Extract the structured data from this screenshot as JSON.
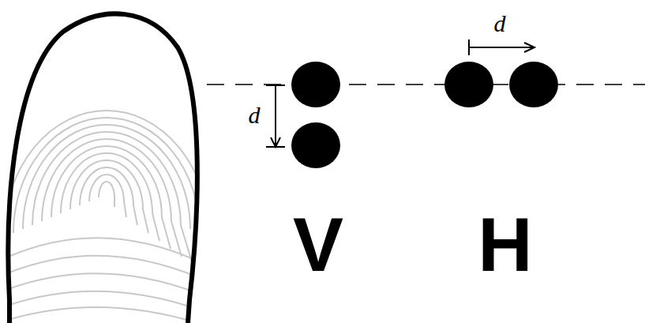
{
  "diagram": {
    "labels": [
      "d",
      "d",
      "V",
      "H"
    ]
  }
}
